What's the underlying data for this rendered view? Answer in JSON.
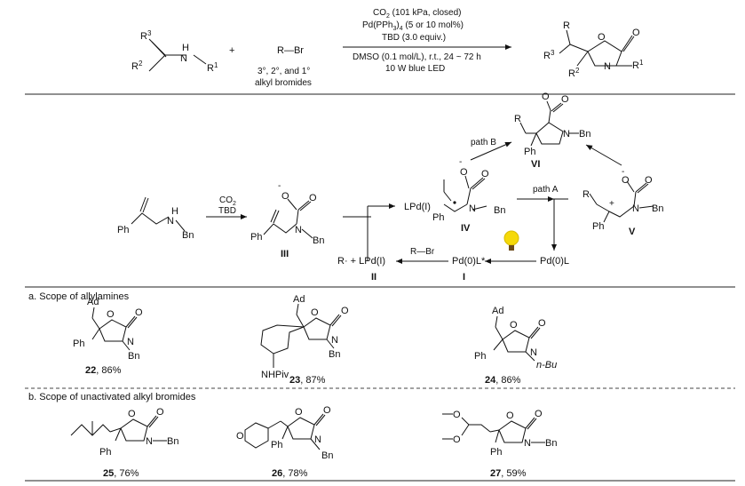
{
  "reaction": {
    "substrate": {
      "r3": "R",
      "r3_sup": "3",
      "r2": "R",
      "r2_sup": "2",
      "n": "N",
      "h": "H",
      "r1": "R",
      "r1_sup": "1"
    },
    "plus": "+",
    "bromide": "R—Br",
    "bromide_scope": "3°, 2°, and 1°",
    "bromide_class": "alkyl bromides",
    "conditions": {
      "co2_a": "CO",
      "co2_sub": "2",
      "co2_b": " (101 kPa, closed)",
      "pd_a": "Pd(PPh",
      "pd_sub": "3",
      "pd_b": ")",
      "pd_sub2": "4",
      "pd_c": " (5 or 10 mol%)",
      "tbd": "TBD (3.0 equiv.)",
      "dmso": "DMSO (0.1 mol/L), r.t., 24 ~ 72 h",
      "led": "10 W blue LED"
    },
    "product": {
      "r": "R",
      "o": "O",
      "o2": "O",
      "n": "N",
      "r1": "R",
      "r1_sup": "1",
      "r2": "R",
      "r2_sup": "2",
      "r3": "R",
      "r3_sup": "3"
    }
  },
  "mechanism": {
    "start": {
      "ph": "Ph",
      "n": "N",
      "h": "H",
      "bn": "Bn"
    },
    "step1_reagent_a": "CO",
    "step1_reagent_sub": "2",
    "step1_reagent_b": "TBD",
    "III": {
      "neg": "-",
      "o1": "O",
      "o2": "O",
      "ph": "Ph",
      "n": "N",
      "bn": "Bn",
      "label": "III"
    },
    "IV": {
      "lpd": "LPd(I)",
      "neg": "-",
      "o1": "O",
      "o2": "O",
      "ph": "Ph",
      "n": "N",
      "bn": "Bn",
      "label": "IV"
    },
    "VI": {
      "r": "R",
      "o1": "O",
      "o2": "O",
      "n": "N",
      "bn": "Bn",
      "ph": "Ph",
      "label": "VI"
    },
    "V": {
      "r": "R",
      "neg": "-",
      "o1": "O",
      "o2": "O",
      "plus": "+",
      "n": "N",
      "bn": "Bn",
      "ph": "Ph",
      "label": "V"
    },
    "path_a": "path A",
    "path_b": "path B",
    "pd0": "Pd(0)L",
    "pd0_star": "Pd(0)L*",
    "I_label": "I",
    "rbr": "R—Br",
    "rad_pair": "R·  + LPd(I)",
    "II_label": "II"
  },
  "section_a": {
    "title": "a. Scope of allylamines",
    "items": [
      {
        "num": "22",
        "yield": ", 86%",
        "ad": "Ad",
        "ph": "Ph",
        "o1": "O",
        "o2": "O",
        "n": "N",
        "bn": "Bn"
      },
      {
        "num": "23",
        "yield": ", 87%",
        "ad": "Ad",
        "o1": "O",
        "o2": "O",
        "n": "N",
        "bn": "Bn",
        "nhpiv": "NHPiv"
      },
      {
        "num": "24",
        "yield": ", 86%",
        "ad": "Ad",
        "ph": "Ph",
        "o1": "O",
        "o2": "O",
        "n": "N",
        "nbu": "n-Bu"
      }
    ]
  },
  "section_b": {
    "title": "b. Scope of unactivated alkyl bromides",
    "items": [
      {
        "num": "25",
        "yield": ", 76%",
        "ph": "Ph",
        "o1": "O",
        "o2": "O",
        "n": "N",
        "bn": "Bn"
      },
      {
        "num": "26",
        "yield": ", 78%",
        "o_ring": "O",
        "ph": "Ph",
        "o1": "O",
        "o2": "O",
        "n": "N",
        "bn": "Bn"
      },
      {
        "num": "27",
        "yield": ", 59%",
        "o_a": "O",
        "o_b": "O",
        "ph": "Ph",
        "o1": "O",
        "o2": "O",
        "n": "N",
        "bn": "Bn"
      }
    ]
  },
  "colors": {
    "lightbulb": "#f5d90a",
    "lightbulb_base": "#6b4a1a"
  }
}
